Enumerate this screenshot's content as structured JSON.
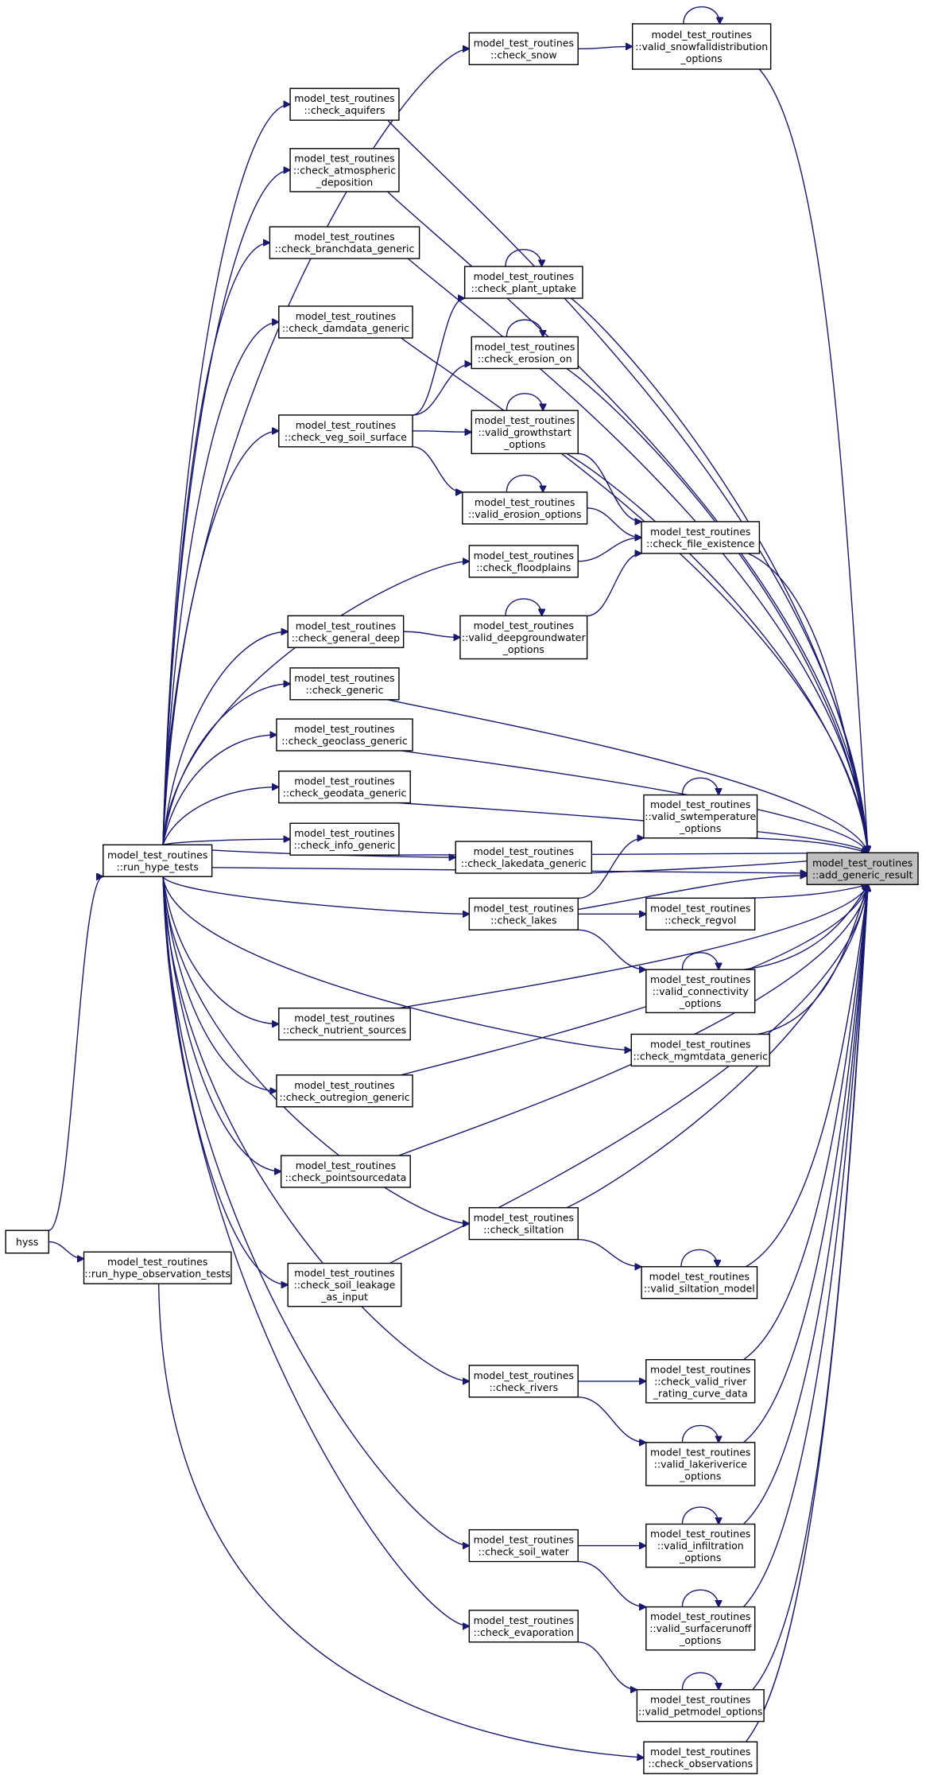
{
  "diagram": {
    "type": "call-graph",
    "nodes": [
      {
        "id": "hyss",
        "lines": [
          "hyss"
        ]
      },
      {
        "id": "run_hype_tests",
        "lines": [
          "model_test_routines",
          "::run_hype_tests"
        ]
      },
      {
        "id": "run_hype_observation_tests",
        "lines": [
          "model_test_routines",
          "::run_hype_observation_tests"
        ]
      },
      {
        "id": "check_snow",
        "lines": [
          "model_test_routines",
          "::check_snow"
        ]
      },
      {
        "id": "valid_snowfalldistribution_options",
        "lines": [
          "model_test_routines",
          "::valid_snowfalldistribution",
          "_options"
        ]
      },
      {
        "id": "check_aquifers",
        "lines": [
          "model_test_routines",
          "::check_aquifers"
        ]
      },
      {
        "id": "check_atmospheric_deposition",
        "lines": [
          "model_test_routines",
          "::check_atmospheric",
          "_deposition"
        ]
      },
      {
        "id": "check_branchdata_generic",
        "lines": [
          "model_test_routines",
          "::check_branchdata_generic"
        ]
      },
      {
        "id": "check_plant_uptake",
        "lines": [
          "model_test_routines",
          "::check_plant_uptake"
        ]
      },
      {
        "id": "check_damdata_generic",
        "lines": [
          "model_test_routines",
          "::check_damdata_generic"
        ]
      },
      {
        "id": "check_erosion_on",
        "lines": [
          "model_test_routines",
          "::check_erosion_on"
        ]
      },
      {
        "id": "check_veg_soil_surface",
        "lines": [
          "model_test_routines",
          "::check_veg_soil_surface"
        ]
      },
      {
        "id": "valid_growthstart_options",
        "lines": [
          "model_test_routines",
          "::valid_growthstart",
          "_options"
        ]
      },
      {
        "id": "valid_erosion_options",
        "lines": [
          "model_test_routines",
          "::valid_erosion_options"
        ]
      },
      {
        "id": "check_file_existence",
        "lines": [
          "model_test_routines",
          "::check_file_existence"
        ]
      },
      {
        "id": "check_floodplains",
        "lines": [
          "model_test_routines",
          "::check_floodplains"
        ]
      },
      {
        "id": "check_general_deep",
        "lines": [
          "model_test_routines",
          "::check_general_deep"
        ]
      },
      {
        "id": "valid_deepgroundwater_options",
        "lines": [
          "model_test_routines",
          "::valid_deepgroundwater",
          "_options"
        ]
      },
      {
        "id": "check_generic",
        "lines": [
          "model_test_routines",
          "::check_generic"
        ]
      },
      {
        "id": "check_geoclass_generic",
        "lines": [
          "model_test_routines",
          "::check_geoclass_generic"
        ]
      },
      {
        "id": "check_geodata_generic",
        "lines": [
          "model_test_routines",
          "::check_geodata_generic"
        ]
      },
      {
        "id": "valid_swtemperature_options",
        "lines": [
          "model_test_routines",
          "::valid_swtemperature",
          "_options"
        ]
      },
      {
        "id": "check_info_generic",
        "lines": [
          "model_test_routines",
          "::check_info_generic"
        ]
      },
      {
        "id": "check_lakedata_generic",
        "lines": [
          "model_test_routines",
          "::check_lakedata_generic"
        ]
      },
      {
        "id": "add_generic_result",
        "lines": [
          "model_test_routines",
          "::add_generic_result"
        ]
      },
      {
        "id": "check_lakes",
        "lines": [
          "model_test_routines",
          "::check_lakes"
        ]
      },
      {
        "id": "check_regvol",
        "lines": [
          "model_test_routines",
          "::check_regvol"
        ]
      },
      {
        "id": "valid_connectivity_options",
        "lines": [
          "model_test_routines",
          "::valid_connectivity",
          "_options"
        ]
      },
      {
        "id": "check_nutrient_sources",
        "lines": [
          "model_test_routines",
          "::check_nutrient_sources"
        ]
      },
      {
        "id": "check_mgmtdata_generic",
        "lines": [
          "model_test_routines",
          "::check_mgmtdata_generic"
        ]
      },
      {
        "id": "check_outregion_generic",
        "lines": [
          "model_test_routines",
          "::check_outregion_generic"
        ]
      },
      {
        "id": "check_pointsourcedata",
        "lines": [
          "model_test_routines",
          "::check_pointsourcedata"
        ]
      },
      {
        "id": "check_siltation",
        "lines": [
          "model_test_routines",
          "::check_siltation"
        ]
      },
      {
        "id": "valid_siltation_model",
        "lines": [
          "model_test_routines",
          "::valid_siltation_model"
        ]
      },
      {
        "id": "check_soil_leakage_as_input",
        "lines": [
          "model_test_routines",
          "::check_soil_leakage",
          "_as_input"
        ]
      },
      {
        "id": "check_rivers",
        "lines": [
          "model_test_routines",
          "::check_rivers"
        ]
      },
      {
        "id": "check_valid_river_rating_curve_data",
        "lines": [
          "model_test_routines",
          "::check_valid_river",
          "_rating_curve_data"
        ]
      },
      {
        "id": "valid_lakeriverice_options",
        "lines": [
          "model_test_routines",
          "::valid_lakeriverice",
          "_options"
        ]
      },
      {
        "id": "check_soil_water",
        "lines": [
          "model_test_routines",
          "::check_soil_water"
        ]
      },
      {
        "id": "valid_infiltration_options",
        "lines": [
          "model_test_routines",
          "::valid_infiltration",
          "_options"
        ]
      },
      {
        "id": "valid_surfacerunoff_options",
        "lines": [
          "model_test_routines",
          "::valid_surfacerunoff",
          "_options"
        ]
      },
      {
        "id": "check_evaporation",
        "lines": [
          "model_test_routines",
          "::check_evaporation"
        ]
      },
      {
        "id": "valid_petmodel_options",
        "lines": [
          "model_test_routines",
          "::valid_petmodel_options"
        ]
      },
      {
        "id": "check_observations",
        "lines": [
          "model_test_routines",
          "::check_observations"
        ]
      }
    ]
  }
}
